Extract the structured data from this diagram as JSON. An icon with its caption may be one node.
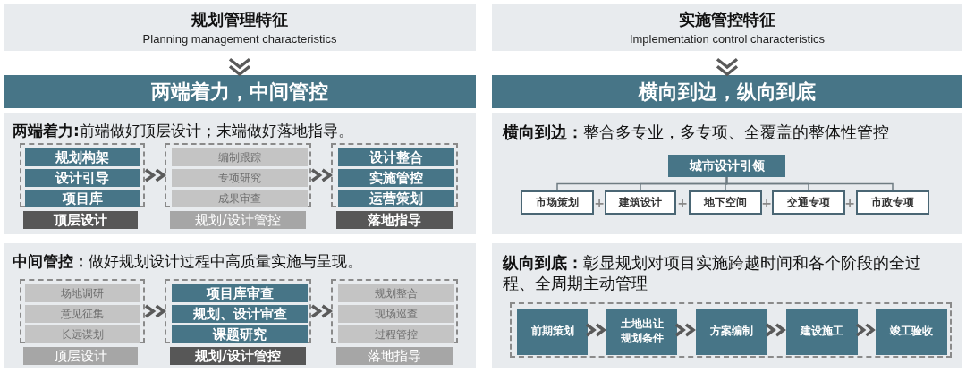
{
  "diagram": {
    "nodes": [
      {
        "text": [
          "规划管理特征",
          "Planning management characteristics"
        ]
      },
      {
        "text": [
          "两端着力，中间管控"
        ]
      },
      {
        "text": [
          "**两端着力:**前端做好顶层设计；末端做好落地指导。"
        ]
      },
      {
        "text": [],
        "shape": "box",
        "in": 2
      },
      {
        "text": [
          "规划构架"
        ],
        "in": 3
      },
      {
        "text": [
          "设计引导"
        ],
        "in": 3
      },
      {
        "text": [
          "项目库"
        ],
        "in": 3
      },
      {
        "text": [
          "顶层设计"
        ],
        "in": 2
      },
      {
        "text": [],
        "shape": "box",
        "in": 2
      },
      {
        "text": [
          "编制跟踪"
        ],
        "in": 8
      },
      {
        "text": [
          "专项研究"
        ],
        "in": 8
      },
      {
        "text": [
          "成果审查"
        ],
        "in": 8
      },
      {
        "text": [
          "规划/设计管控"
        ],
        "in": 2
      },
      {
        "text": [],
        "shape": "box",
        "in": 2
      },
      {
        "text": [
          "设计整合"
        ],
        "in": 13
      },
      {
        "text": [
          "实施管控"
        ],
        "in": 13
      },
      {
        "text": [
          "运营策划"
        ],
        "in": 13
      },
      {
        "text": [
          "落地指导"
        ],
        "in": 2
      },
      {
        "text": [
          "**中间管控：**做好规划设计过程中高质量实施与呈现。"
        ]
      },
      {
        "text": [],
        "shape": "box",
        "in": 18
      },
      {
        "text": [
          "场地调研"
        ],
        "in": 19
      },
      {
        "text": [
          "意见征集"
        ],
        "in": 19
      },
      {
        "text": [
          "长远谋划"
        ],
        "in": 19
      },
      {
        "text": [
          "顶层设计"
        ],
        "in": 18
      },
      {
        "text": [],
        "shape": "box",
        "in": 18
      },
      {
        "text": [
          "项目库审查"
        ],
        "in": 24
      },
      {
        "text": [
          "规划、设计审查"
        ],
        "in": 24
      },
      {
        "text": [
          "课题研究"
        ],
        "in": 24
      },
      {
        "text": [
          "规划/设计管控"
        ],
        "in": 18
      },
      {
        "text": [],
        "shape": "box",
        "in": 18
      },
      {
        "text": [
          "规划整合"
        ],
        "in": 29
      },
      {
        "text": [
          "现场巡查"
        ],
        "in": 29
      },
      {
        "text": [
          "过程管控"
        ],
        "in": 29
      },
      {
        "text": [
          "落地指导"
        ],
        "in": 18
      },
      {
        "text": [
          "实施管控特征",
          "Implementation control characteristics"
        ]
      },
      {
        "text": [
          "横向到边，纵向到底"
        ]
      },
      {
        "text": [
          "**横向到边：**整合多专业，多专项、全覆盖的整体性管控"
        ]
      },
      {
        "text": [
          "城市设计引领"
        ],
        "in": 36
      },
      {
        "text": [
          "市场策划"
        ],
        "in": 36
      },
      {
        "text": [
          "建筑设计"
        ],
        "in": 36
      },
      {
        "text": [
          "地下空间"
        ],
        "in": 36
      },
      {
        "text": [
          "交通专项"
        ],
        "in": 36
      },
      {
        "text": [
          "市政专项"
        ],
        "in": 36
      },
      {
        "text": [
          "**纵向到底：**彰显规划对项目实施跨越时间和各个阶段的全过程、全周期主动管理"
        ]
      },
      {
        "text": [],
        "shape": "box",
        "in": 43
      },
      {
        "text": [
          "前期策划"
        ],
        "in": 44
      },
      {
        "text": [
          "土地出让规划条件"
        ],
        "in": 44
      },
      {
        "text": [
          "方案编制"
        ],
        "in": 44
      },
      {
        "text": [
          "建设施工"
        ],
        "in": 44
      },
      {
        "text": [
          "竣工验收"
        ],
        "in": 44
      }
    ],
    "edges": [
      {
        "from": 0,
        "to": 1,
        "arrow": "to"
      },
      {
        "from": 3,
        "to": 8,
        "arrow": "to"
      },
      {
        "from": 8,
        "to": 13,
        "arrow": "to"
      },
      {
        "from": 19,
        "to": 24,
        "arrow": "to"
      },
      {
        "from": 24,
        "to": 29,
        "arrow": "to"
      },
      {
        "from": 34,
        "to": 35,
        "arrow": "to"
      },
      {
        "from": 37,
        "to": 38,
        "arrow": "none"
      },
      {
        "from": 37,
        "to": 39,
        "arrow": "none"
      },
      {
        "from": 37,
        "to": 40,
        "arrow": "none"
      },
      {
        "from": 37,
        "to": 41,
        "arrow": "none"
      },
      {
        "from": 37,
        "to": 42,
        "arrow": "none"
      },
      {
        "from": 45,
        "to": 46,
        "arrow": "to"
      },
      {
        "from": 46,
        "to": 47,
        "arrow": "to"
      },
      {
        "from": 47,
        "to": 48,
        "arrow": "to"
      },
      {
        "from": 48,
        "to": 49,
        "arrow": "to"
      }
    ],
    "labels": [
      "+",
      "+",
      "+",
      "+"
    ]
  }
}
